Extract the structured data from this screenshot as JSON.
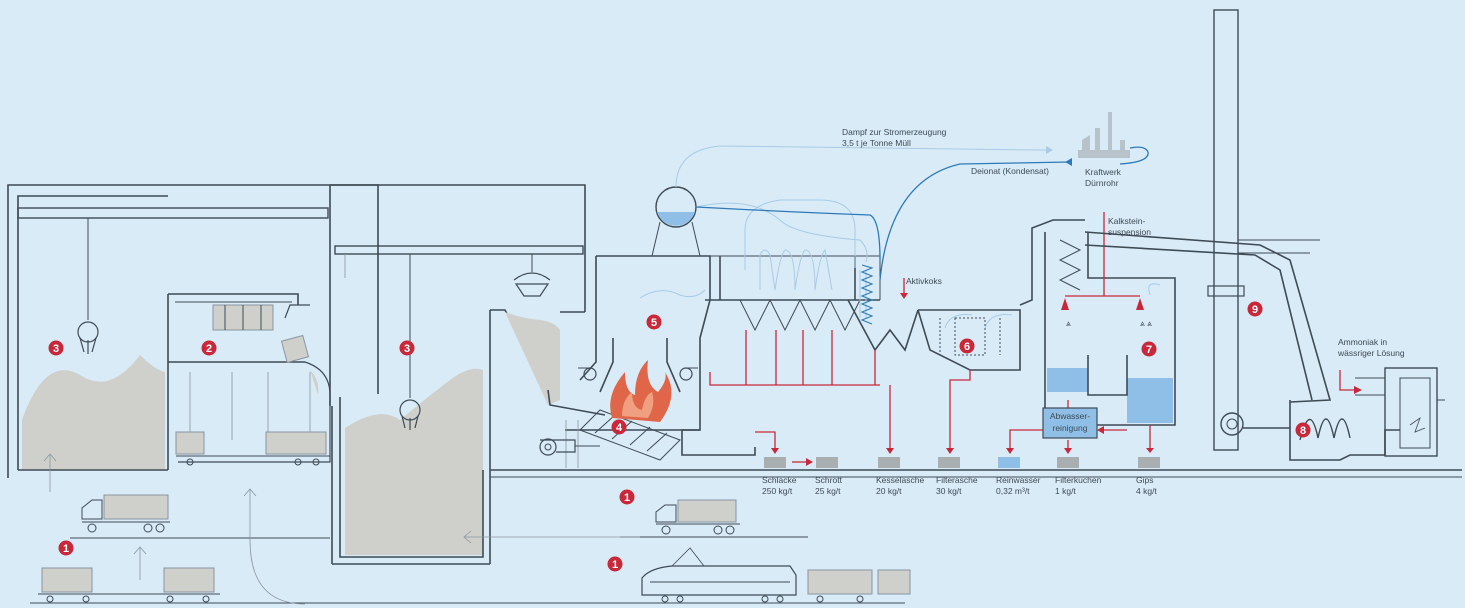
{
  "labels": {
    "steam_line1": "Dampf zur Stromerzeugung",
    "steam_line2": "3,5 t je Tonne Müll",
    "condensate": "Deionat (Kondensat)",
    "plant_line1": "Kraftwerk",
    "plant_line2": "Dürnrohr",
    "limestone_line1": "Kalkstein-",
    "limestone_line2": "suspension",
    "coke": "Aktivkoks",
    "ammonia_line1": "Ammoniak in",
    "ammonia_line2": "wässriger Lösung",
    "wastewater_line1": "Abwasser-",
    "wastewater_line2": "reinigung"
  },
  "outputs": [
    {
      "name": "Schlacke",
      "amount": "250 kg/t"
    },
    {
      "name": "Schrott",
      "amount": "25 kg/t"
    },
    {
      "name": "Kesselasche",
      "amount": "20 kg/t"
    },
    {
      "name": "Filterasche",
      "amount": "30 kg/t"
    },
    {
      "name": "Reinwasser",
      "amount": "0,32 m³/t"
    },
    {
      "name": "Filterkuchen",
      "amount": "1 kg/t"
    },
    {
      "name": "Gips",
      "amount": "4 kg/t"
    }
  ],
  "markers": {
    "m1": "1",
    "m2": "2",
    "m3": "3",
    "m4": "4",
    "m5": "5",
    "m6": "6",
    "m7": "7",
    "m8": "8",
    "m9": "9"
  },
  "colors": {
    "background": "#d9ebf6",
    "marker": "#c8283a",
    "flame": "#e0664a",
    "waste_pile": "#cfd0cc",
    "water_fill": "#8fbfe6",
    "output_box": "#a9aeb1"
  }
}
